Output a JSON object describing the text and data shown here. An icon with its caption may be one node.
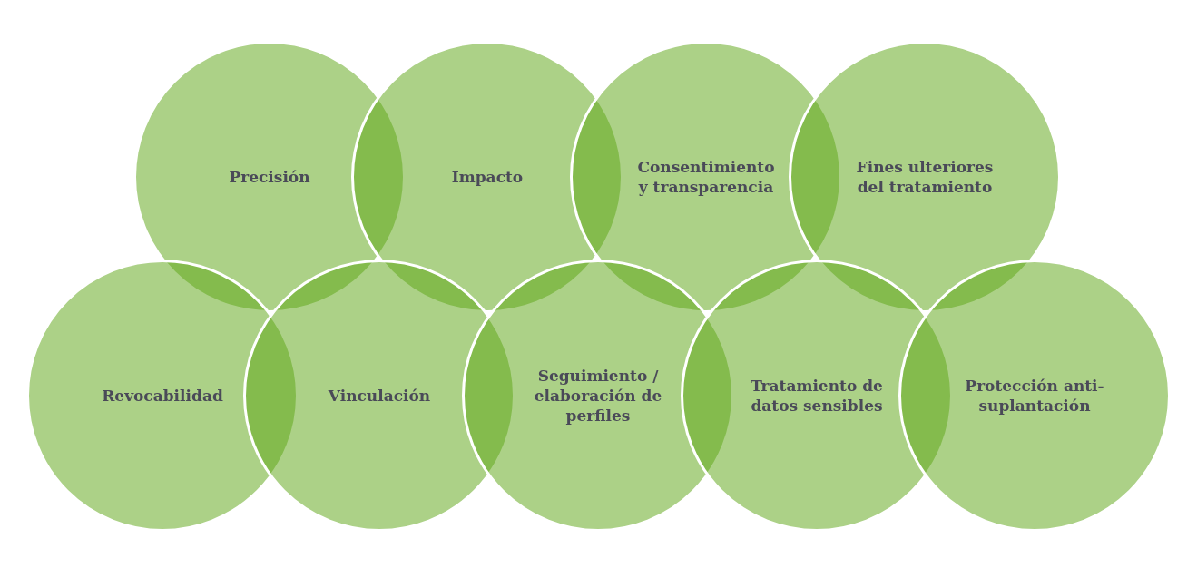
{
  "diagram": {
    "nodes": [
      {
        "text": [
          "Precisión"
        ]
      },
      {
        "text": [
          "Impacto"
        ]
      },
      {
        "text": [
          "Consentimiento y transparencia"
        ]
      },
      {
        "text": [
          "Fines ulteriores del tratamiento"
        ]
      },
      {
        "text": [
          "Revocabilidad"
        ]
      },
      {
        "text": [
          "Vinculación"
        ]
      },
      {
        "text": [
          "Seguimiento / elaboración de perfiles"
        ]
      },
      {
        "text": [
          "Tratamiento de datos sensibles"
        ]
      },
      {
        "text": [
          "Protección anti-suplantación"
        ]
      }
    ]
  }
}
